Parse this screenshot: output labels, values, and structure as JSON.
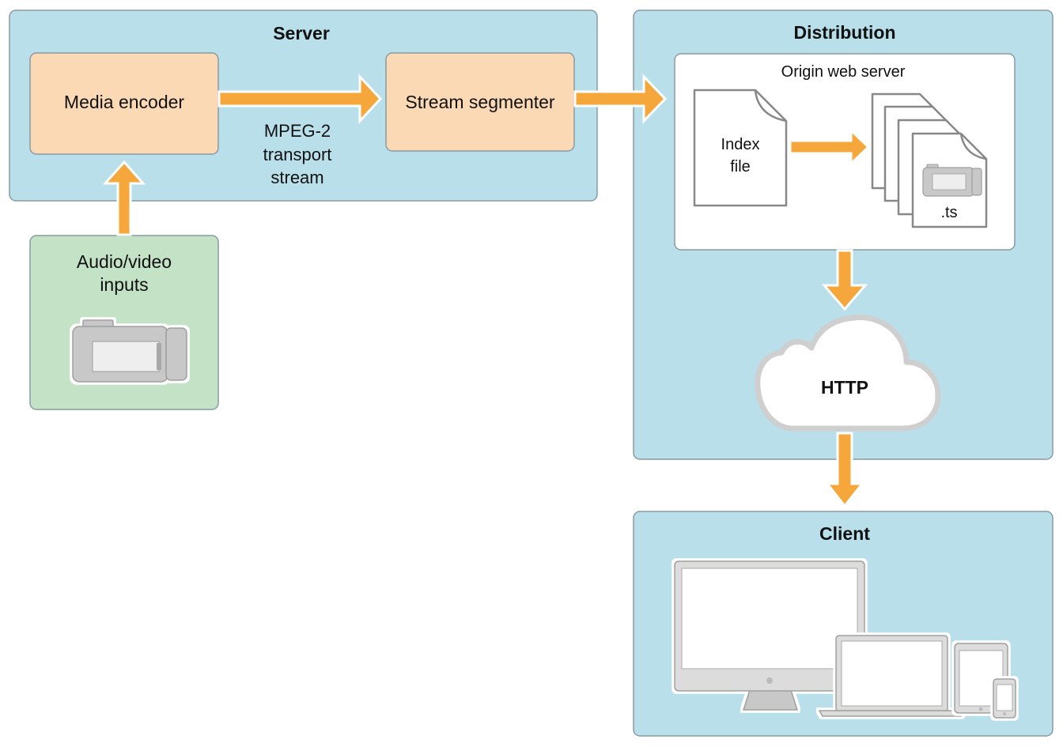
{
  "server": {
    "title": "Server",
    "media_encoder": "Media encoder",
    "stream_segmenter": "Stream segmenter",
    "transport_label": [
      "MPEG-2",
      "transport",
      "stream"
    ]
  },
  "inputs": {
    "label": [
      "Audio/video",
      "inputs"
    ],
    "icon": "video-camera-icon"
  },
  "distribution": {
    "title": "Distribution",
    "origin_title": "Origin web server",
    "index_file": [
      "Index",
      "file"
    ],
    "segments_label": ".ts",
    "cloud_label": "HTTP"
  },
  "client": {
    "title": "Client",
    "devices": [
      "desktop-monitor-icon",
      "laptop-icon",
      "tablet-icon",
      "phone-icon"
    ]
  },
  "colors": {
    "panel_blue": "#b9dfeb",
    "panel_stroke": "#8a9aa2",
    "encoder_fill": "#fbd9b4",
    "input_fill": "#c3e2c6",
    "arrow_orange": "#f5a73b",
    "device_gray": "#c8c8c8",
    "device_stroke": "#9e9e9e"
  }
}
